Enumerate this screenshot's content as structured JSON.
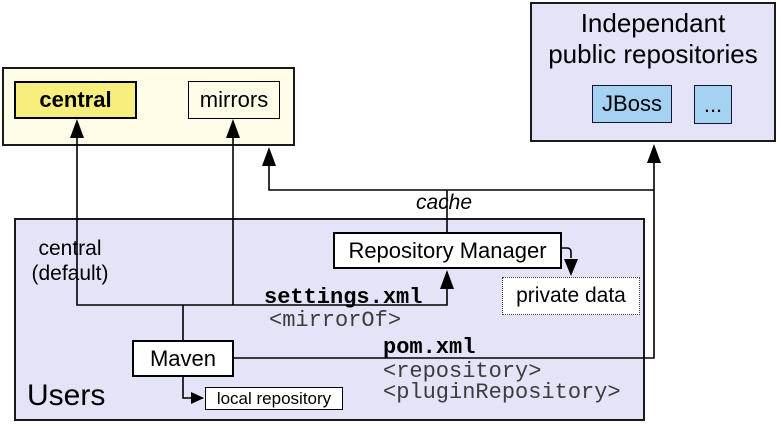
{
  "colors": {
    "lavender_fill": "#e4e4f8",
    "pale_yellow_fill": "#fffde7",
    "highlight_yellow_fill": "#f6ef7d",
    "light_blue_fill": "#a5d2f3",
    "line_color": "#000000",
    "code_tag_gray": "#3c3c3c"
  },
  "official_group": {
    "central_label": "central",
    "mirrors_label": "mirrors"
  },
  "independent_group": {
    "title_line1": "Independant",
    "title_line2": "public repositories",
    "jboss_label": "JBoss",
    "ellipsis_label": "..."
  },
  "users_group": {
    "title": "Users",
    "central_default_line1": "central",
    "central_default_line2": "(default)",
    "repository_manager_label": "Repository Manager",
    "private_data_label": "private data",
    "maven_label": "Maven",
    "local_repository_label": "local repository"
  },
  "annotations": {
    "cache_label": "cache",
    "settings_file": "settings.xml",
    "mirror_of_tag": "<mirrorOf>",
    "pom_file": "pom.xml",
    "repository_tag": "<repository>",
    "plugin_repository_tag": "<pluginRepository>"
  },
  "edges": [
    {
      "from": "maven",
      "to": "central",
      "label": "settings.xml <mirrorOf>"
    },
    {
      "from": "maven",
      "to": "mirrors",
      "label": "settings.xml <mirrorOf>"
    },
    {
      "from": "maven",
      "to": "repository-manager",
      "label": "settings.xml <mirrorOf>"
    },
    {
      "from": "maven",
      "to": "independent-public-repositories",
      "label": "pom.xml <repository> <pluginRepository>"
    },
    {
      "from": "maven",
      "to": "local-repository",
      "label": ""
    },
    {
      "from": "repository-manager",
      "to": "official-repositories",
      "label": "cache"
    },
    {
      "from": "repository-manager",
      "to": "independent-public-repositories",
      "label": "cache"
    },
    {
      "from": "repository-manager",
      "to": "private-data",
      "label": ""
    }
  ]
}
